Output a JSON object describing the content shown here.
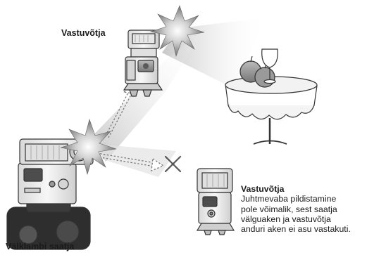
{
  "labels": {
    "receiver_top": "Vastuvõtja",
    "sender_bottom": "Välklambi saatja"
  },
  "note": {
    "title": "Vastuvõtja",
    "lines": [
      "Juhtmevaba pildistamine",
      "pole võimalik, sest saatja",
      "välguaken ja vastuvõtja",
      "anduri aken ei asu vastakuti."
    ]
  },
  "colors": {
    "light_beam": "#d9d9d9",
    "flash_body": "#f2f2f2",
    "outline": "#333333",
    "dashed_arrow": "#777777",
    "cross": "#555555"
  },
  "icons": [
    "flash-unit-sender",
    "flash-unit-receiver",
    "flash-burst-icon",
    "table-with-fruit-icon",
    "cross-mark-icon"
  ]
}
